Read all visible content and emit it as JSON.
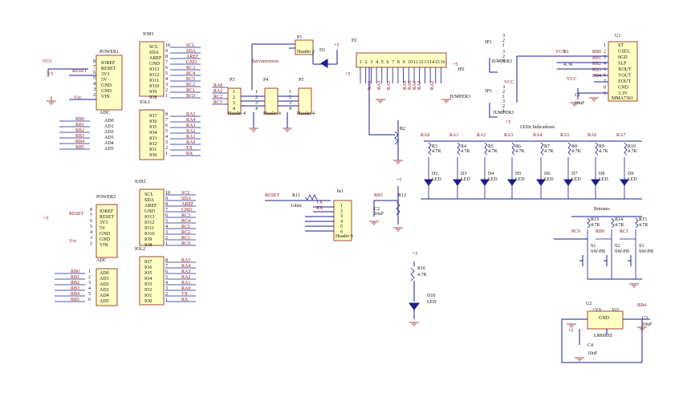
{
  "power1": {
    "title": "POWER1",
    "pins": [
      "IOREF",
      "RESET",
      "3V3",
      "5V",
      "GND",
      "GND",
      "VIN"
    ],
    "nums": [
      "8",
      "7",
      "6",
      "5",
      "4",
      "3",
      "2",
      "1"
    ],
    "net_reset": "RESET",
    "net_vcc": "VCC",
    "net_vin": "Vcc",
    "plus5": "+5"
  },
  "adc1": {
    "title": "ADC",
    "pins": [
      "AD0",
      "AD1",
      "AD2",
      "AD3",
      "AD4",
      "AD5"
    ],
    "nets": [
      "RB0",
      "RB1",
      "RB2",
      "RB3",
      "RB4",
      "RB5"
    ],
    "nums": [
      "1",
      "2",
      "3",
      "4",
      "5",
      "6"
    ]
  },
  "ioh1": {
    "title": "IOH1",
    "pins": [
      "SCL",
      "SDA",
      "AREF",
      "GND",
      "IO13",
      "IO12",
      "IO11",
      "IO10",
      "IO9",
      "IO8"
    ],
    "nets": [
      "SCL",
      "SDA",
      "AREF",
      "GND",
      "RC3",
      "RC4",
      "RC5",
      "RC2",
      "RC1",
      "RC0"
    ],
    "nums": [
      "10",
      "9",
      "8",
      "7",
      "6",
      "5",
      "4",
      "3",
      "2",
      "1"
    ]
  },
  "iol1": {
    "title": "IOL1",
    "pins": [
      "IO7",
      "IO6",
      "IO5",
      "IO4",
      "IO3",
      "IO2",
      "IO1",
      "IO0"
    ],
    "nets": [
      "RA5",
      "RA4",
      "RA3",
      "RA2",
      "RA1",
      "RA0",
      "TX",
      "RX"
    ],
    "nums": [
      "8",
      "7",
      "6",
      "5",
      "4",
      "3",
      "2",
      "1"
    ]
  },
  "power2": {
    "title": "POWER2",
    "pins": [
      "IOREF",
      "RESET",
      "3V3",
      "5V",
      "GND",
      "GND",
      "VIN"
    ],
    "nums": [
      "8",
      "7",
      "6",
      "5",
      "4",
      "3",
      "2",
      "1"
    ],
    "net_reset": "RESET",
    "net_vin": "Vcc",
    "plus5": "+5"
  },
  "adc2": {
    "title": "ADC",
    "pins": [
      "AD0",
      "AD1",
      "AD2",
      "AD3",
      "AD4",
      "AD5"
    ],
    "nets": [
      "RB0",
      "RB1",
      "RB2",
      "RB3",
      "RB4",
      "RB5"
    ],
    "nums": [
      "1",
      "2",
      "3",
      "4",
      "5",
      "6"
    ]
  },
  "ioh2": {
    "title": "IOH2",
    "pins": [
      "SCL",
      "SDA",
      "AREF",
      "GND",
      "IO13",
      "IO12",
      "IO11",
      "IO10",
      "IO9",
      "IO8"
    ],
    "nets": [
      "SCL",
      "SDA",
      "AREF",
      "GND",
      "RC3",
      "RC4",
      "RC5",
      "RC2",
      "RC1",
      "RC0"
    ],
    "nums": [
      "10",
      "9",
      "8",
      "7",
      "6",
      "5",
      "4",
      "3",
      "2",
      "1"
    ]
  },
  "iol2": {
    "title": "IOL2",
    "pins": [
      "IO7",
      "IO6",
      "IO5",
      "IO4",
      "IO3",
      "IO2",
      "IO1",
      "IO0"
    ],
    "nets": [
      "RA5",
      "RA4",
      "RA3",
      "RA2",
      "RA1",
      "RA0",
      "TX",
      "RX"
    ],
    "nums": [
      "8",
      "7",
      "6",
      "5",
      "4",
      "3",
      "2",
      "1"
    ]
  },
  "servo": {
    "title": "Servomotores",
    "p3": "P3",
    "p4": "P4",
    "p5": "P5",
    "p3_nets": [
      "RA0",
      "RA2",
      "RC2",
      "RC5"
    ],
    "nums": [
      "1",
      "2",
      "3",
      "4"
    ],
    "header": "Header 4",
    "p1": "P1",
    "header2": "Header 2",
    "d1": "D1",
    "plus5": "+5"
  },
  "p2": {
    "title": "P2",
    "nums": [
      "1",
      "2",
      "3",
      "4",
      "5",
      "6",
      "7",
      "8",
      "9",
      "10",
      "11",
      "12",
      "13",
      "14",
      "15",
      "16"
    ],
    "nets": [
      "RA1",
      "RA3",
      "RA5",
      "RA4",
      "RA0",
      "RA1",
      "RA3",
      "RA2"
    ],
    "plus5": "+5",
    "r2": "R2",
    "jp2": "JP2",
    "jumper": "JUMPER3"
  },
  "jumpers": {
    "jp1": "JP1",
    "jp3": "JP3",
    "jumper": "JUMPER3",
    "vcc": "VCC",
    "plus5": "+5"
  },
  "accel": {
    "title": "U1",
    "pins": [
      "ST",
      "GSEL",
      "0GD",
      "SLP",
      "XOUT",
      "YOUT",
      "ZOUT",
      "GND",
      "3.3V"
    ],
    "name": "MMA7361",
    "nets": [
      "RB0",
      "RB1",
      "RB2",
      "RB3",
      "RB4"
    ],
    "r1": "R1",
    "r1v": "4.7K",
    "vcc": "VCC",
    "c1": "C1",
    "c1v": "10uF"
  },
  "leds": {
    "title": "LEDs Indicadores",
    "nets": [
      "RA0",
      "RA1",
      "RA2",
      "RA3",
      "RA4",
      "RA5",
      "RA6",
      "RA7"
    ],
    "res": [
      "R3",
      "R4",
      "R5",
      "R6",
      "R7",
      "R8",
      "R9",
      "R10"
    ],
    "rv": "4.7K",
    "diodes": [
      "D2",
      "D3",
      "D4",
      "D5",
      "D6",
      "D7",
      "D8",
      "D9"
    ],
    "led": "LED"
  },
  "serial": {
    "reset": "RESET",
    "r11": "R11",
    "r11v": "1ohm",
    "tx": "TX",
    "rx": "RX",
    "hdr": "hr1",
    "hdrname": "Header 6",
    "nums": [
      "1",
      "2",
      "3",
      "4",
      "5",
      "6"
    ],
    "rb5": "RB5",
    "r12": "R12",
    "c2": "C2",
    "c2v": "10uF",
    "plus5": "+5"
  },
  "buttons": {
    "title": "Botones",
    "res": [
      "R13",
      "R14",
      "R15"
    ],
    "rv": "4.7K",
    "nets": [
      "RC0",
      "RB0",
      "RC1"
    ],
    "sw": [
      "S1",
      "S2",
      "S3"
    ],
    "swname": "SW-PB"
  },
  "led10": {
    "plus5": "+5",
    "r16": "R16",
    "r16v": "4.7K",
    "d10": "D10",
    "led": "LED"
  },
  "reg": {
    "title": "U2",
    "vs": "+VS",
    "vo": "VO",
    "gnd": "GND",
    "name": "LM60DZ",
    "rb4": "RB4",
    "c3": "C3",
    "c3v": "10uF",
    "c4": "C4",
    "c4v": "10uF",
    "plus5": "+5"
  }
}
